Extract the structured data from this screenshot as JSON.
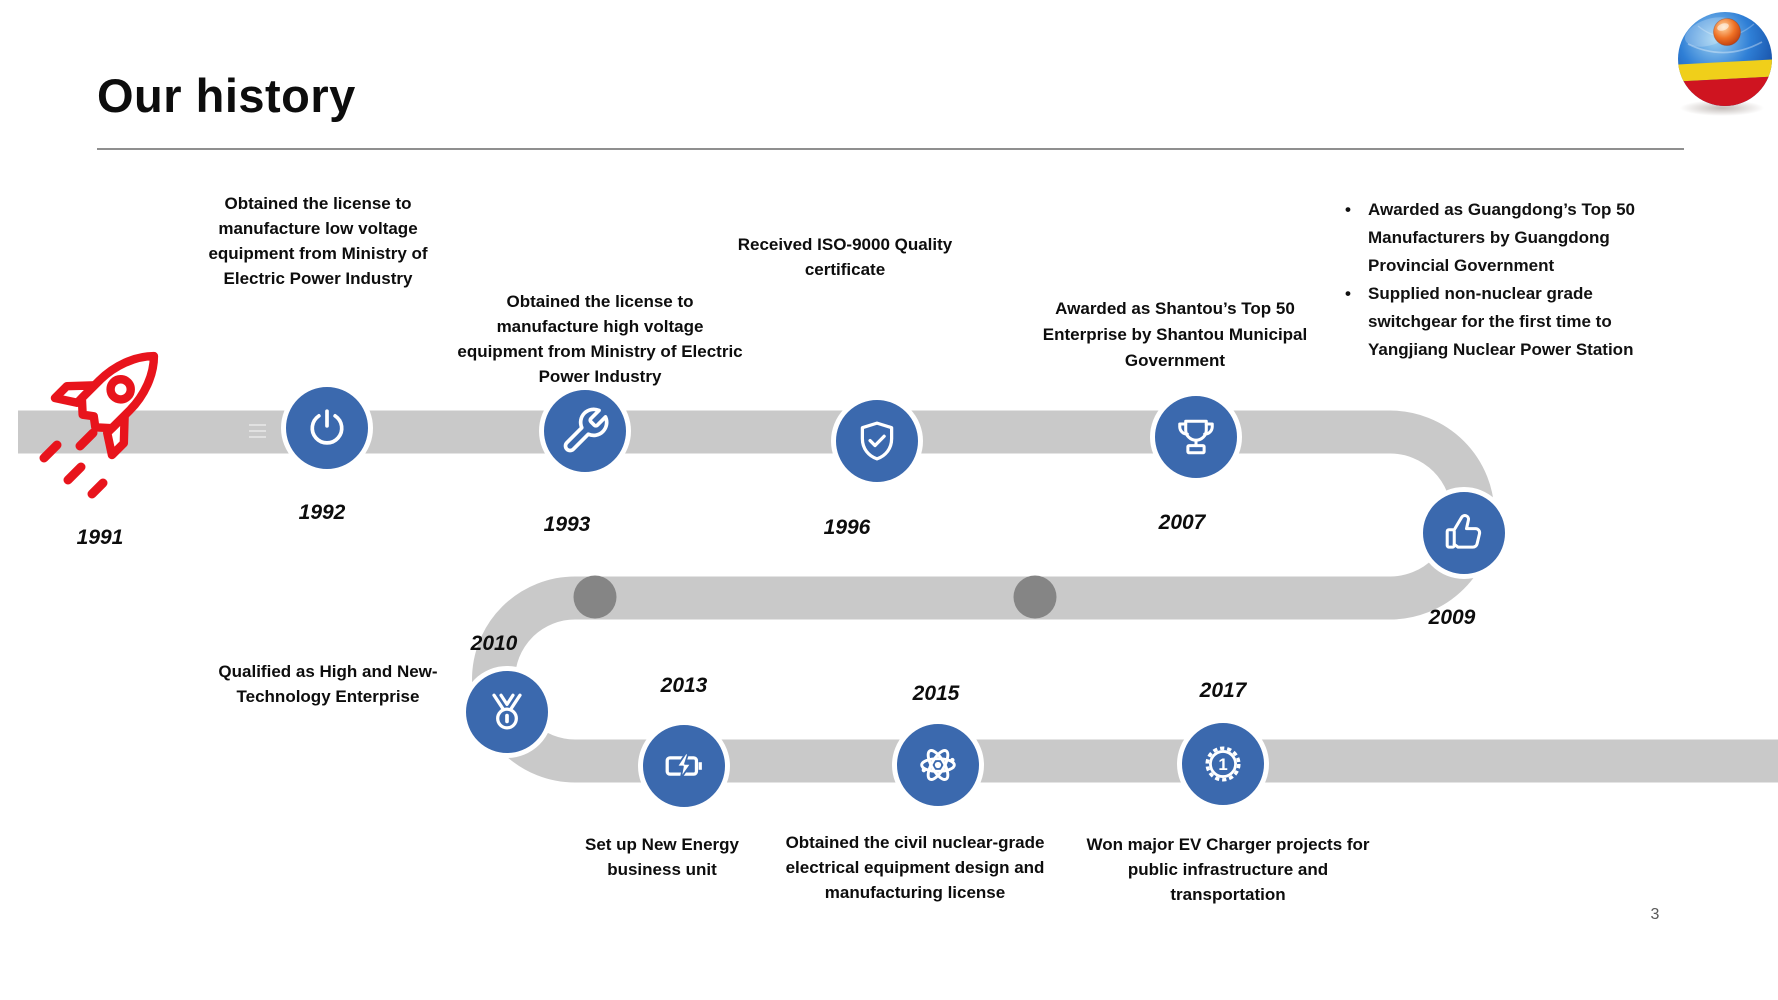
{
  "slide": {
    "title": "Our history",
    "page_number": "3"
  },
  "colors": {
    "accent_blue": "#3b69ae",
    "timeline_gray": "#c9c9c9",
    "marker_gray": "#858585",
    "rocket_red": "#e8141c"
  },
  "timeline": {
    "events": [
      {
        "year": "1991",
        "icon": "rocket-icon"
      },
      {
        "year": "1992",
        "icon": "power-icon",
        "lines": [
          "Obtained the license to",
          "manufacture low voltage",
          "equipment from Ministry of",
          "Electric Power Industry"
        ]
      },
      {
        "year": "1993",
        "icon": "wrench-icon",
        "lines": [
          "Obtained the license to",
          "manufacture high voltage",
          "equipment from Ministry of Electric",
          "Power Industry"
        ]
      },
      {
        "year": "1996",
        "icon": "shield-check-icon",
        "lines": [
          "Received ISO-9000 Quality",
          "certificate"
        ]
      },
      {
        "year": "2007",
        "icon": "trophy-icon",
        "lines": [
          "Awarded as Shantou’s Top 50",
          "Enterprise by Shantou Municipal",
          "Government"
        ]
      },
      {
        "year": "2009",
        "icon": "thumbs-up-icon",
        "bullet_char": "•",
        "bullets": [
          {
            "lines": [
              "Awarded as Guangdong’s Top 50",
              "Manufacturers by Guangdong",
              "Provincial Government"
            ]
          },
          {
            "lines": [
              "Supplied non-nuclear grade",
              "switchgear for the first time to",
              "Yangjiang Nuclear Power Station"
            ]
          }
        ]
      },
      {
        "year": "2010",
        "icon": "medal-icon",
        "lines": [
          "Qualified as High and New-",
          "Technology Enterprise"
        ]
      },
      {
        "year": "2013",
        "icon": "battery-charging-icon",
        "lines": [
          "Set up New Energy",
          "business unit"
        ]
      },
      {
        "year": "2015",
        "icon": "atom-icon",
        "lines": [
          "Obtained the civil nuclear-grade",
          "electrical equipment design and",
          "manufacturing license"
        ]
      },
      {
        "year": "2017",
        "icon": "first-place-badge-icon",
        "badge_numeral": "1",
        "lines": [
          "Won major EV Charger projects for",
          "public infrastructure and",
          "transportation"
        ]
      }
    ]
  }
}
